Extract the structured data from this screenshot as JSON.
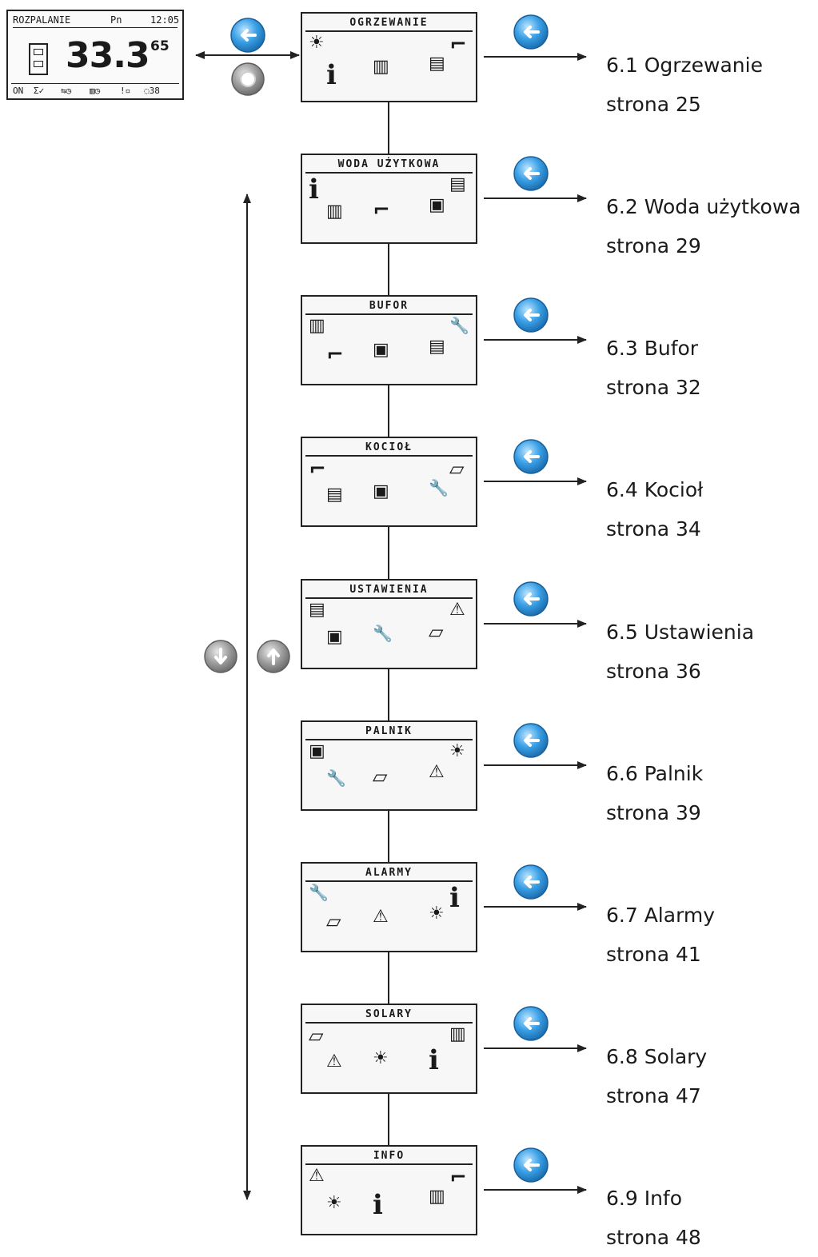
{
  "status_screen": {
    "mode": "ROZPALANIE",
    "day": "Pn",
    "time": "12:05",
    "temperature": "33.3",
    "set_temperature": "65",
    "status_line": [
      "ON",
      "Σ✓",
      "⇆◷",
      "▥◷",
      "!▫",
      "◌38"
    ]
  },
  "menu": [
    {
      "title": "OGRZEWANIE",
      "ref": "6.1 Ogrzewanie",
      "page": "strona 25",
      "icons": [
        "solar-icon",
        "info-icon",
        "radiator-icon",
        "boiler-icon",
        "tap-icon"
      ]
    },
    {
      "title": "WODA UŻYTKOWA",
      "ref": "6.2 Woda użytkowa",
      "page": "strona 29",
      "icons": [
        "info-icon",
        "radiator-icon",
        "tap-icon",
        "buffer-icon",
        "boiler-icon"
      ]
    },
    {
      "title": "BUFOR",
      "ref": "6.3 Bufor",
      "page": "strona 32",
      "icons": [
        "radiator-icon",
        "tap-icon",
        "buffer-icon",
        "boiler-icon",
        "wrench-icon"
      ]
    },
    {
      "title": "KOCIOŁ",
      "ref": "6.4 Kocioł",
      "page": "strona 34",
      "icons": [
        "tap-icon",
        "boiler-icon",
        "buffer-icon",
        "wrench-icon",
        "burner-icon"
      ]
    },
    {
      "title": "USTAWIENIA",
      "ref": "6.5 Ustawienia",
      "page": "strona 36",
      "icons": [
        "boiler-icon",
        "buffer-icon",
        "wrench-icon",
        "burner-icon",
        "warning-icon"
      ]
    },
    {
      "title": "PALNIK",
      "ref": "6.6 Palnik",
      "page": "strona 39",
      "icons": [
        "buffer-icon",
        "wrench-icon",
        "burner-icon",
        "warning-icon",
        "solar-icon"
      ]
    },
    {
      "title": "ALARMY",
      "ref": "6.7 Alarmy",
      "page": "strona 41",
      "icons": [
        "wrench-icon",
        "burner-icon",
        "warning-icon",
        "solar-icon",
        "info-icon"
      ]
    },
    {
      "title": "SOLARY",
      "ref": "6.8 Solary",
      "page": "strona 47",
      "icons": [
        "burner-icon",
        "warning-icon",
        "solar-icon",
        "info-icon",
        "radiator-icon"
      ]
    },
    {
      "title": "INFO",
      "ref": "6.9 Info",
      "page": "strona 48",
      "icons": [
        "warning-icon",
        "solar-icon",
        "info-icon",
        "radiator-icon",
        "tap-icon"
      ]
    }
  ],
  "buttons": {
    "enter": "enter-button-icon",
    "escape": "escape-button-icon",
    "down": "down-button-icon",
    "up": "up-button-icon"
  },
  "colors": {
    "button_blue": "#3aa0e6",
    "button_grey": "#9a9a9a",
    "line": "#222222"
  }
}
